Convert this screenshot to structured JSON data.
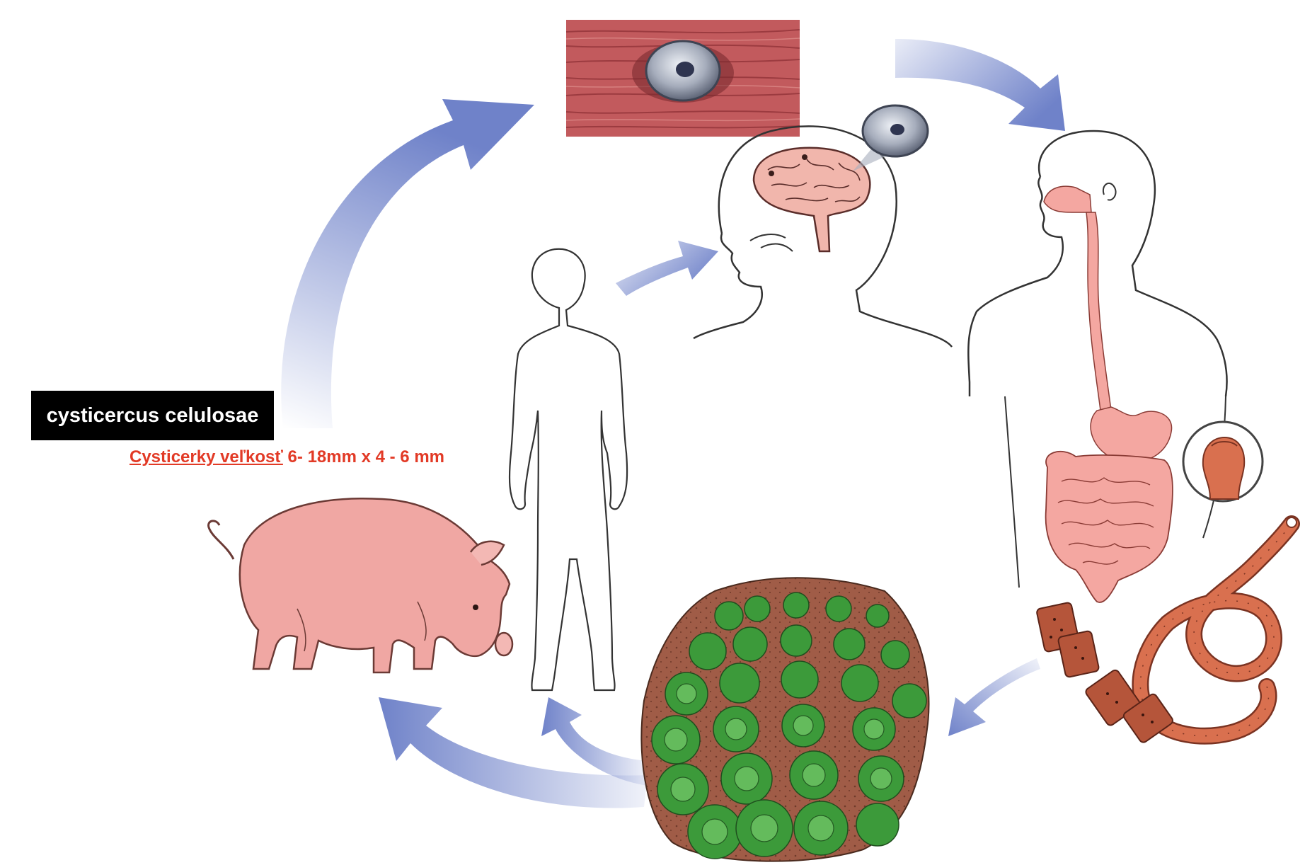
{
  "label": {
    "title": "cysticercus celulosae"
  },
  "size_note": {
    "prefix": "Cysticerky veľkosť",
    "value": " 6- 18mm  x  4 - 6 mm"
  },
  "colors": {
    "arrow": "#6f82c9",
    "muscle": "#c25a5d",
    "pig": "#f0a7a3",
    "organ": "#f4a7a1",
    "tapeworm": "#d9704f",
    "cabbage": "#3c9a3a",
    "soil": "#9a5a45",
    "label_bg": "#000000",
    "size_text": "#e23a26"
  },
  "icons": [
    "muscle-cyst-icon",
    "brain-head-icon",
    "human-digestive-icon",
    "tapeworm-icon",
    "cabbage-field-icon",
    "human-figure-icon",
    "pig-icon",
    "cycle-arrow-icon"
  ]
}
